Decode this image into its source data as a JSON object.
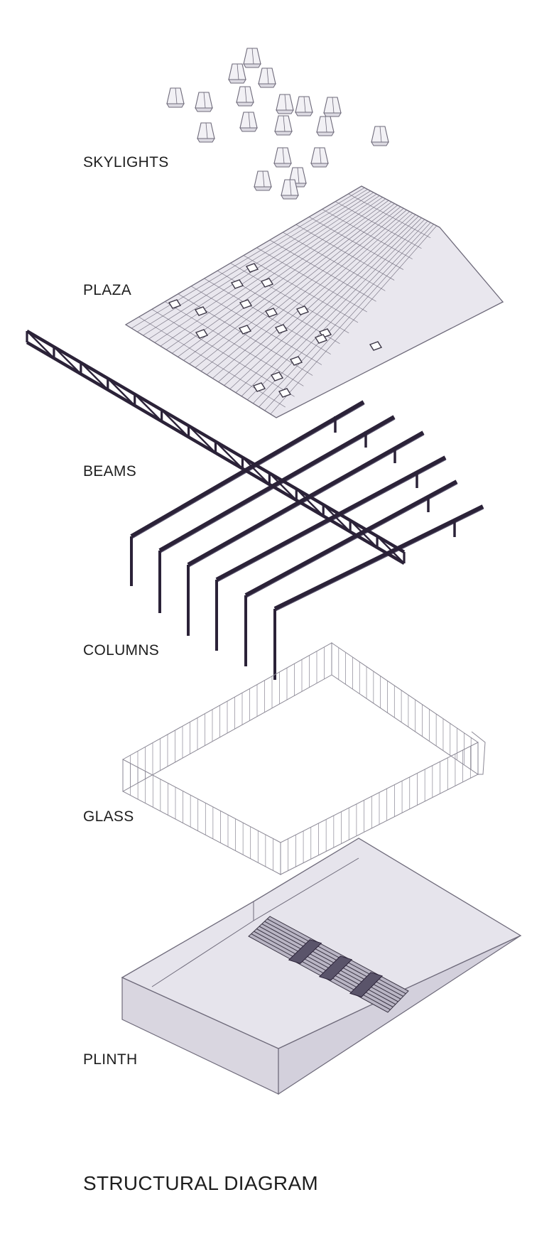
{
  "labels": {
    "skylights": "SKYLIGHTS",
    "plaza": "PLAZA",
    "beams": "BEAMS",
    "columns": "COLUMNS",
    "glass": "GLASS",
    "plinth": "PLINTH"
  },
  "title": "STRUCTURAL DIAGRAM",
  "colors": {
    "line": "#6e6a7a",
    "steel": "#2b2238",
    "plaza_fill": "#e9e7ee",
    "plinth_fill": "#e6e4ec",
    "plinth_side": "#d9d6e0",
    "glass_line": "#8a8794"
  }
}
